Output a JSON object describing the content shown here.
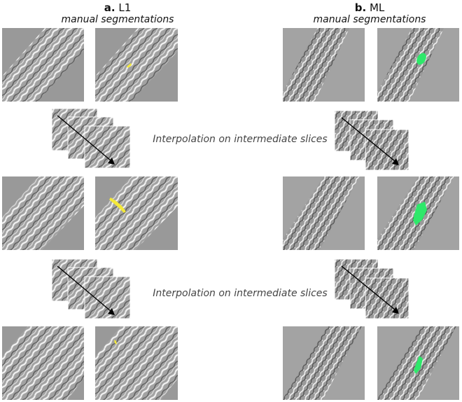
{
  "columns": [
    {
      "letter": "a.",
      "label": "L1",
      "subtitle": "manual segmentations"
    },
    {
      "letter": "b.",
      "label": "ML",
      "subtitle": "manual segmentations"
    }
  ],
  "interpolation_label": "Interpolation on intermediate slices",
  "colors": {
    "tissue_bg": "#9c9c9c",
    "fiber": "#efefef",
    "l1_seg": "#f4e93a",
    "ml_seg": "#2ee86a",
    "arrow": "#000000"
  }
}
